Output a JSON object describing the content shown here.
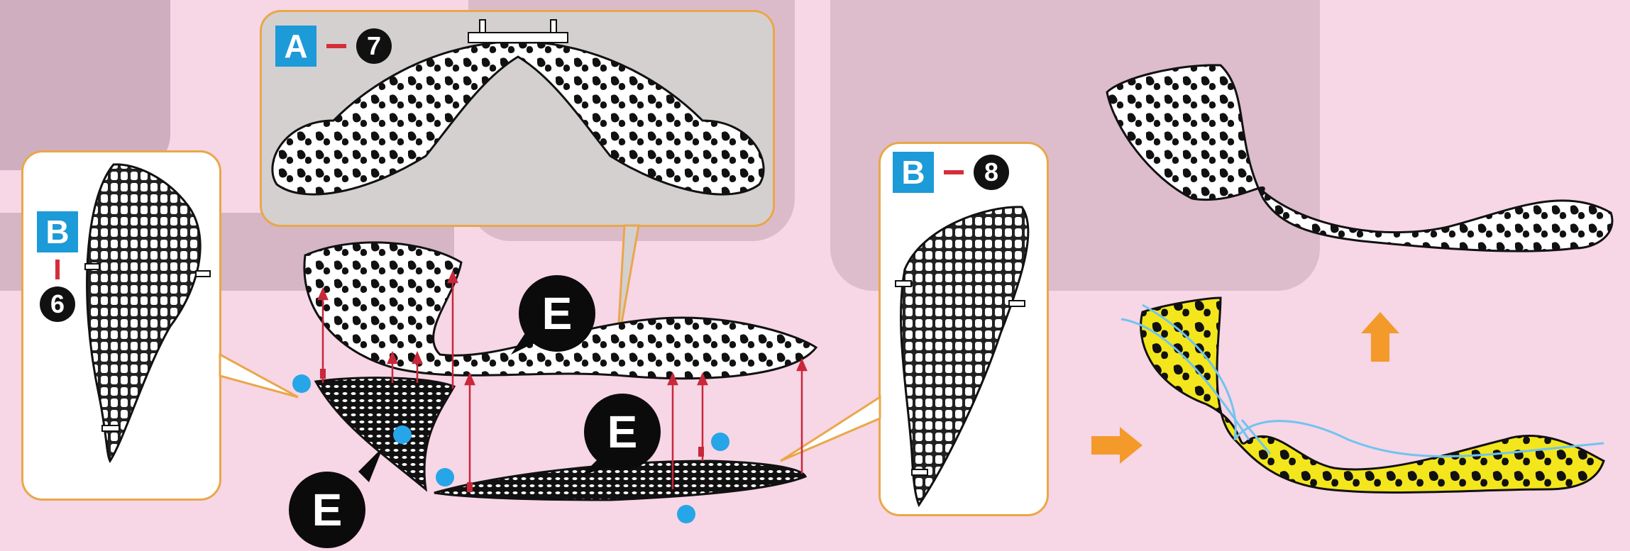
{
  "callouts": {
    "a7": {
      "letter": "A",
      "number": "7"
    },
    "b6": {
      "letter": "B",
      "number": "6"
    },
    "b8": {
      "letter": "B",
      "number": "8"
    }
  },
  "join_labels": [
    "E",
    "E",
    "E"
  ],
  "colors": {
    "background": "#f7d6e5",
    "callout_border": "#e9a74a",
    "part_square": "#1d9ad8",
    "dash": "#d42e3a",
    "number_circle": "#111111",
    "glue_dot": "#26a5e8",
    "guide_arrow": "#c8283a",
    "flow_arrow": "#f39a2b",
    "highlight_fill": "#f3e61c",
    "curve_line": "#6fc4f0"
  },
  "icons": [
    "arrow-right-icon",
    "arrow-up-icon",
    "glue-dot-icon"
  ]
}
